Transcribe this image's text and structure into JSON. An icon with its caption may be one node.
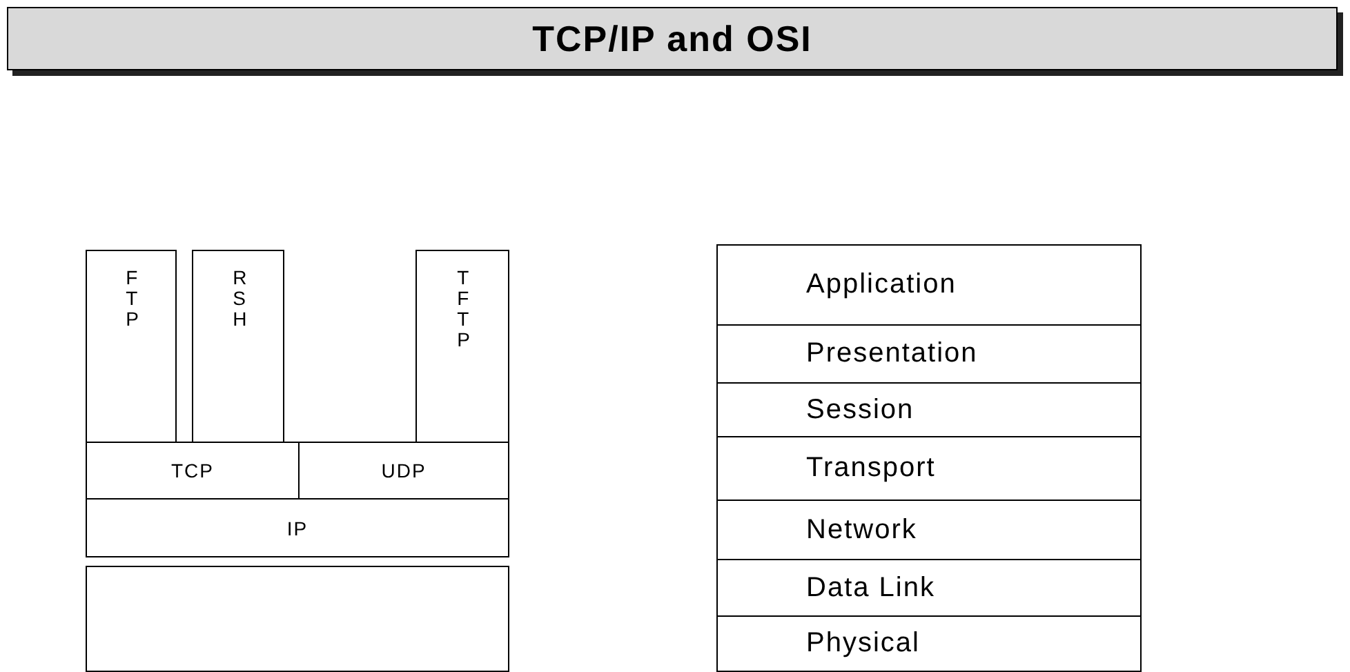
{
  "diagram": {
    "title": "TCP/IP and OSI",
    "nodes": [
      {
        "text": [
          "FTP"
        ]
      },
      {
        "text": [
          "RSH"
        ]
      },
      {
        "text": [
          "TFTP"
        ]
      },
      {
        "text": [
          "TCP"
        ]
      },
      {
        "text": [
          "UDP"
        ]
      },
      {
        "text": [
          "IP"
        ]
      },
      {
        "text": [],
        "shape": "box"
      },
      {
        "text": [
          "Application"
        ]
      },
      {
        "text": [
          "Presentation"
        ]
      },
      {
        "text": [
          "Session"
        ]
      },
      {
        "text": [
          "Transport"
        ]
      },
      {
        "text": [
          "Network"
        ]
      },
      {
        "text": [
          "Data Link"
        ]
      },
      {
        "text": [
          "Physical"
        ]
      }
    ]
  }
}
